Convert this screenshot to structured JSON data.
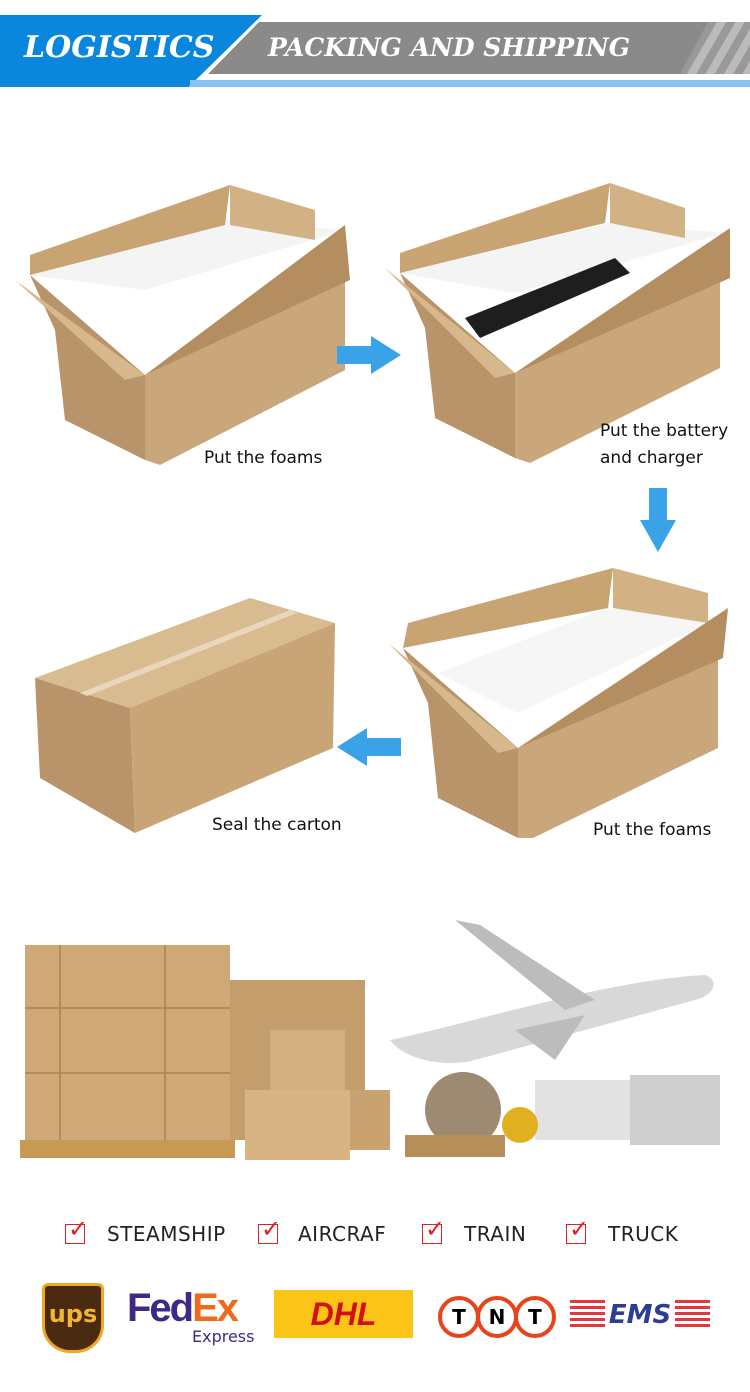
{
  "header": {
    "left_title": "LOGISTICS",
    "right_title": "PACKING AND SHIPPING"
  },
  "steps": [
    {
      "label": "Put the foams"
    },
    {
      "label_line1": "Put the battery",
      "label_line2": "and charger"
    },
    {
      "label": "Put the foams"
    },
    {
      "label": "Seal the carton"
    }
  ],
  "transport_modes": [
    {
      "label": "STEAMSHIP"
    },
    {
      "label": "AIRCRAF"
    },
    {
      "label": "TRAIN"
    },
    {
      "label": "TRUCK"
    }
  ],
  "carriers": {
    "ups": "ups",
    "fedex_fed": "Fed",
    "fedex_ex": "Ex",
    "fedex_express": "Express",
    "dhl": "DHL",
    "tnt": [
      "T",
      "N",
      "T"
    ],
    "ems": "EMS"
  },
  "colors": {
    "blue": "#0a86dd",
    "gray": "#8a8a8a",
    "arrow": "#3aa3e8",
    "check": "#e02020",
    "carton": "#c9a77a"
  }
}
